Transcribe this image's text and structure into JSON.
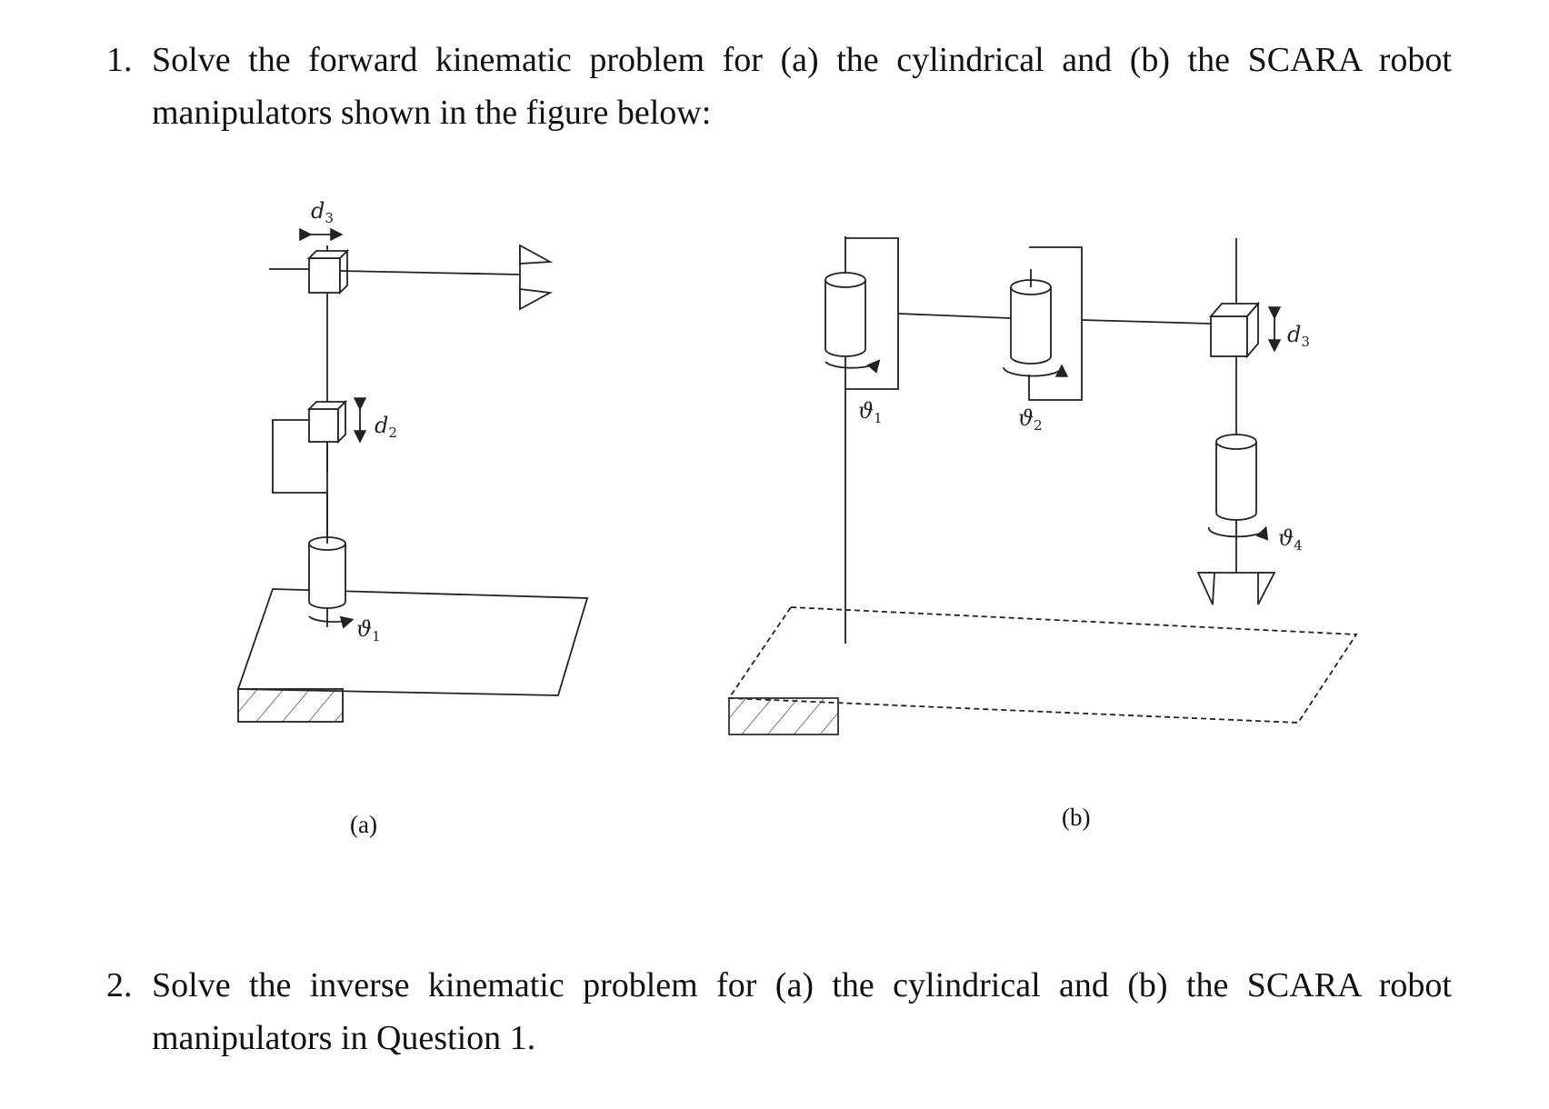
{
  "questions": [
    {
      "number": "1.",
      "text": "Solve the forward kinematic problem for (a) the cylindrical and (b) the SCARA robot manipulators shown in the figure below:"
    },
    {
      "number": "2.",
      "text": "Solve the inverse kinematic problem for (a) the cylindrical and (b) the SCARA robot manipulators in Question 1."
    }
  ],
  "figure": {
    "a": {
      "caption": "(a)",
      "labels": {
        "d3": {
          "main": "d",
          "sub": "3"
        },
        "d2": {
          "main": "d",
          "sub": "2"
        },
        "theta1": {
          "main": "ϑ",
          "sub": "1"
        }
      }
    },
    "b": {
      "caption": "(b)",
      "labels": {
        "theta1": {
          "main": "ϑ",
          "sub": "1"
        },
        "theta2": {
          "main": "ϑ",
          "sub": "2"
        },
        "d3": {
          "main": "d",
          "sub": "3"
        },
        "theta4": {
          "main": "ϑ",
          "sub": "4"
        }
      }
    }
  }
}
